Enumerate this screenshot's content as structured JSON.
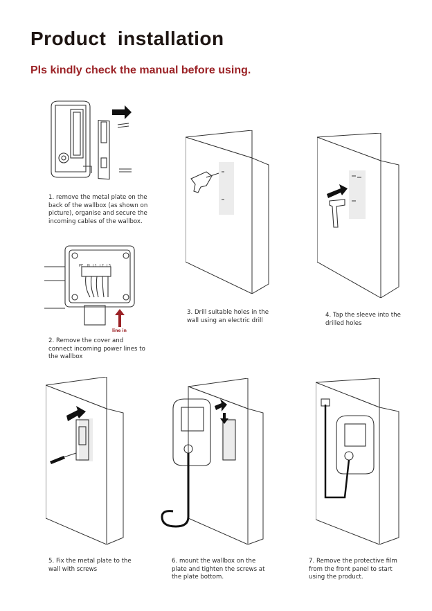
{
  "title": "Product  installation",
  "subtitle": "Pls kindly check the manual before using.",
  "labels": {
    "line_in": "line in",
    "terminals": [
      "PE",
      "N",
      "L1",
      "L2",
      "L3"
    ]
  },
  "steps": [
    {
      "number": "1.",
      "text": "remove the metal plate on the back of the wallbox (as shown on picture), organise and secure the incoming cables of the wallbox."
    },
    {
      "number": "2.",
      "text": "Remove the cover and connect incoming power lines to the wallbox"
    },
    {
      "number": "3.",
      "text": "Drill suitable holes in the wall using an electric drill"
    },
    {
      "number": "4.",
      "text": "Tap the sleeve into the drilled holes"
    },
    {
      "number": "5.",
      "text": "Fix the metal plate to the wall with screws"
    },
    {
      "number": "6.",
      "text": "mount the wallbox on the plate and tighten the screws at the plate bottom."
    },
    {
      "number": "7.",
      "text": "Remove the protective film from the front panel to start using the product."
    }
  ],
  "colors": {
    "accent": "#9b2226",
    "title": "#1d1411"
  }
}
